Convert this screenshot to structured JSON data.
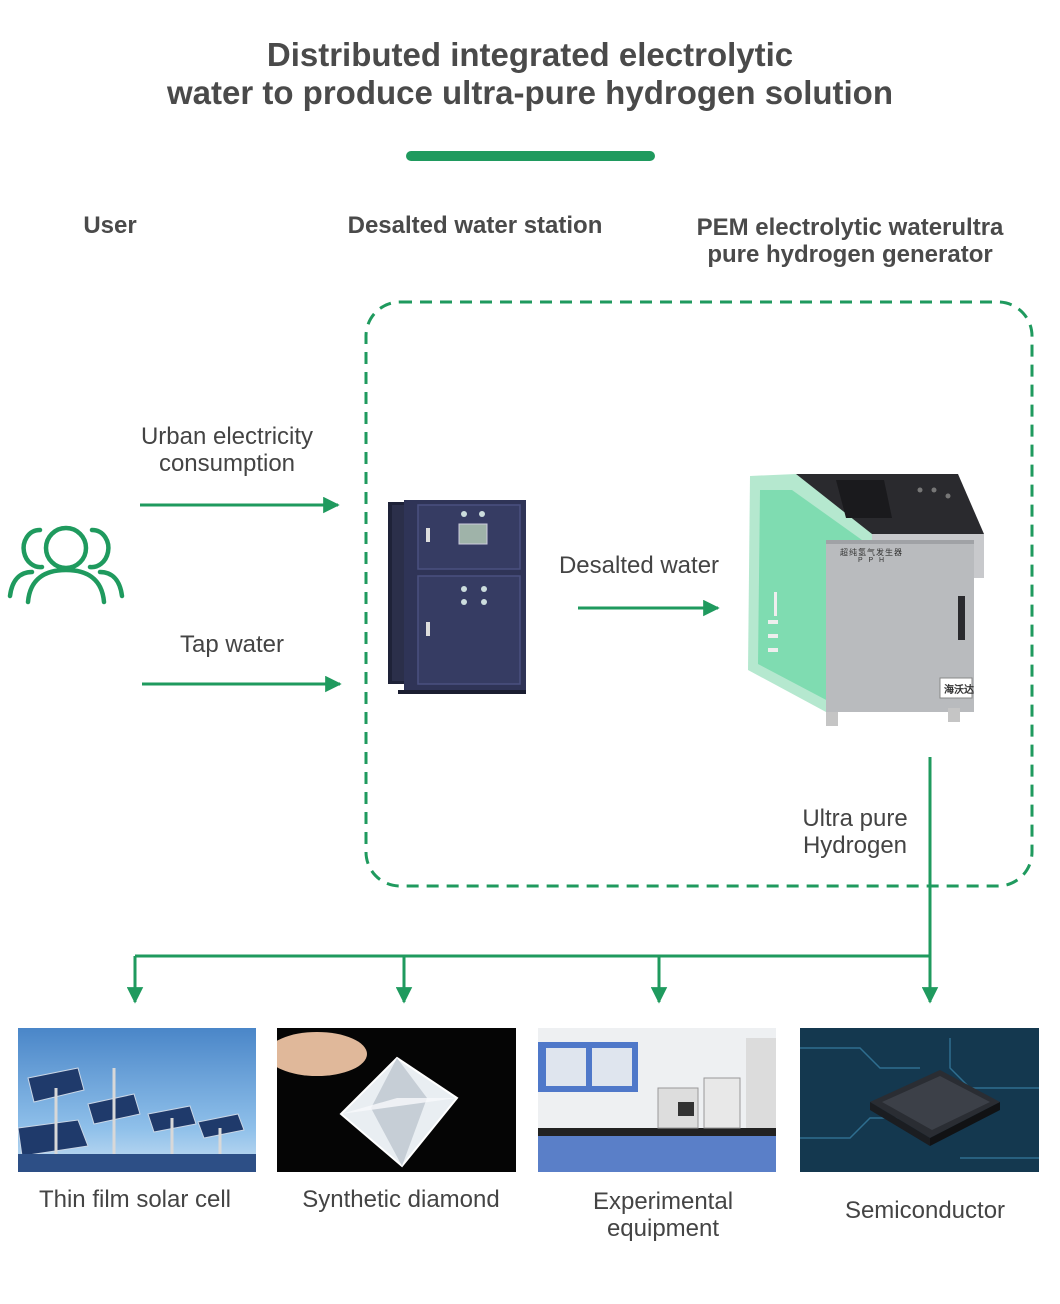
{
  "title": {
    "line1": "Distributed integrated electrolytic",
    "line2": "water to produce ultra-pure hydrogen solution"
  },
  "columns": {
    "user": "User",
    "station": "Desalted water station",
    "generator_line1": "PEM electrolytic waterultra",
    "generator_line2": "pure hydrogen generator"
  },
  "inputs": {
    "electricity_line1": "Urban electricity",
    "electricity_line2": "consumption",
    "tap_water": "Tap water"
  },
  "flows": {
    "desalted_water": "Desalted water",
    "hydrogen_line1": "Ultra pure",
    "hydrogen_line2": "Hydrogen"
  },
  "generator_panel": {
    "chinese_label": "超纯氢气发生器",
    "model": "P P H",
    "brand": "海沃达"
  },
  "applications": [
    {
      "line1": "Thin film solar cell",
      "line2": ""
    },
    {
      "line1": "Synthetic diamond",
      "line2": ""
    },
    {
      "line1": "Experimental",
      "line2": "equipment"
    },
    {
      "line1": "Semiconductor",
      "line2": ""
    }
  ],
  "colors": {
    "accent_green": "#1f9a5e",
    "text_gray": "#4a4a4a",
    "station_navy": "#2f3457"
  }
}
